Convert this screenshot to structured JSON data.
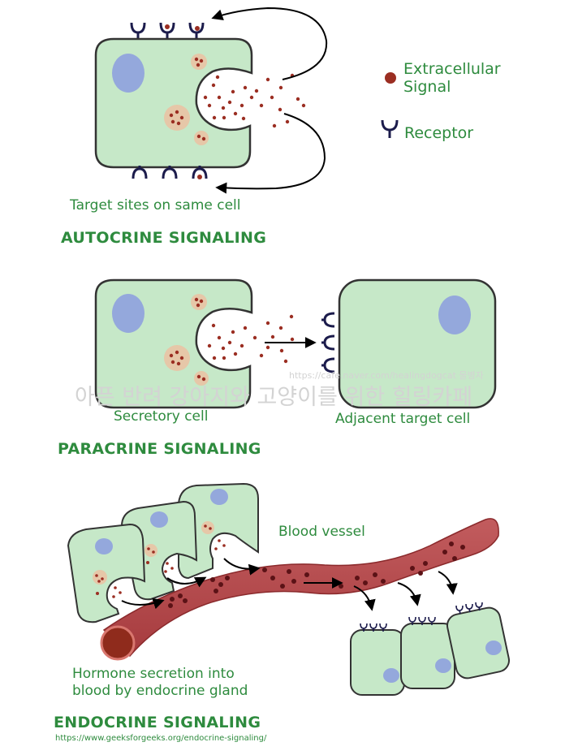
{
  "legend": {
    "signal_label_line1": "Extracellular",
    "signal_label_line2": "Signal",
    "receptor_label": "Receptor"
  },
  "autocrine": {
    "caption": "Target sites on same cell",
    "heading": "AUTOCRINE SIGNALING"
  },
  "paracrine": {
    "secretory_label": "Secretory cell",
    "target_label": "Adjacent target cell",
    "heading": "PARACRINE SIGNALING"
  },
  "endocrine": {
    "vessel_label": "Blood vessel",
    "caption_line1": "Hormone secretion into",
    "caption_line2": "blood by endocrine gland",
    "heading": "ENDOCRINE SIGNALING"
  },
  "watermark": {
    "text": "아픈 반려 강아지와 고양이를 위한 힐링카페",
    "url": "https://cafe.naver.com/healingdogcat 물병자"
  },
  "source_url": "https://www.geeksforgeeks.org/endocrine-signaling/",
  "colors": {
    "cell_fill": "#c6e8c8",
    "cell_stroke": "#333333",
    "nucleus": "#94a8dc",
    "vesicle": "#e6c7a8",
    "signal_dot": "#9b2e22",
    "receptor": "#1c1c4c",
    "text_green": "#2e8b3e",
    "vessel": "#b4474a"
  }
}
